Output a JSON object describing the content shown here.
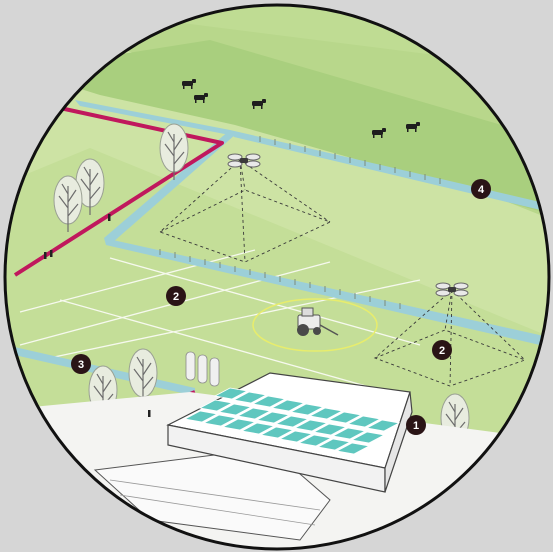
{
  "colors": {
    "page_background": "#d6d6d6",
    "upper_field": "#a9cf7e",
    "middle_field": "#cde3a4",
    "lower_field": "#c4de98",
    "canal": "#9ccfd8",
    "boundary_path": "#c0185d",
    "marker_fill": "#2a1416",
    "solar_panel": "#5fc7bf",
    "ring_outline": "#111111"
  },
  "icons": {
    "cow": "cow-icon",
    "drone": "drone-icon",
    "tractor": "tractor-icon",
    "tree": "tree-icon",
    "solar_barn": "solar-barn-icon",
    "silo": "silo-icon"
  },
  "markers": [
    {
      "label": "1"
    },
    {
      "label": "2"
    },
    {
      "label": "2"
    },
    {
      "label": "3"
    },
    {
      "label": "4"
    }
  ]
}
